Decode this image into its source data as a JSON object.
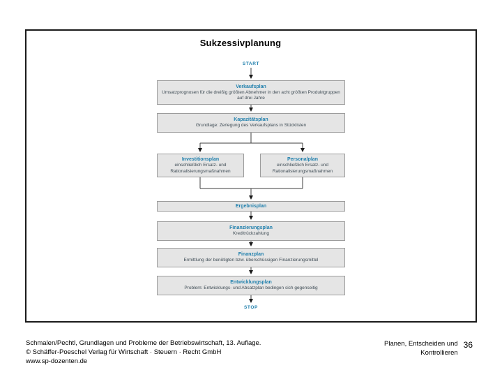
{
  "slide": {
    "title": "Sukzessivplanung",
    "flowchart": {
      "start_label": "START",
      "stop_label": "STOP",
      "nodes": [
        {
          "id": "verkaufsplan",
          "title": "Verkaufsplan",
          "body": "Umsatzprognosen für die dreißig größten Abnehmer in den acht größten Produktgruppen auf drei Jahre"
        },
        {
          "id": "kapazitaetsplan",
          "title": "Kapazitätsplan",
          "body": "Grundlage: Zerlegung des Verkaufsplans in Stücklisten"
        },
        {
          "id": "investitionsplan",
          "title": "Investitionsplan",
          "body": "einschließlich Ersatz- und Rationalisierungsmaßnahmen"
        },
        {
          "id": "personalplan",
          "title": "Personalplan",
          "body": "einschließlich Ersatz- und Rationalisierungsmaßnahmen"
        },
        {
          "id": "ergebnisplan",
          "title": "Ergebnisplan",
          "body": ""
        },
        {
          "id": "finanzierungsplan",
          "title": "Finanzierungsplan",
          "body": "Kreditrückzahlung"
        },
        {
          "id": "finanzplan",
          "title": "Finanzplan",
          "body": "Ermittlung der benötigten bzw. überschüssigen Finanzierungsmittel"
        },
        {
          "id": "entwicklungsplan",
          "title": "Entwicklungsplan",
          "body": "Problem: Entwicklungs- und Absatzplan bedingen sich gegenseitig"
        }
      ]
    }
  },
  "footer": {
    "source_line1": "Schmalen/Pechtl, Grundlagen und Probleme der Betriebswirtschaft, 13. Auflage.",
    "source_line2": "© Schäffer-Poeschel Verlag für Wirtschaft · Steuern · Recht GmbH",
    "source_line3": "www.sp-dozenten.de",
    "chapter_line1": "Planen, Entscheiden und",
    "chapter_line2": "Kontrollieren",
    "page_number": "36"
  },
  "colors": {
    "node_title_color": "#2180ad",
    "node_body_color": "#3f4c55",
    "node_fill": "#e5e5e5",
    "node_border": "#9c9c9c",
    "terminal_color": "#2180ad",
    "connector_color": "#3c3c3c"
  }
}
